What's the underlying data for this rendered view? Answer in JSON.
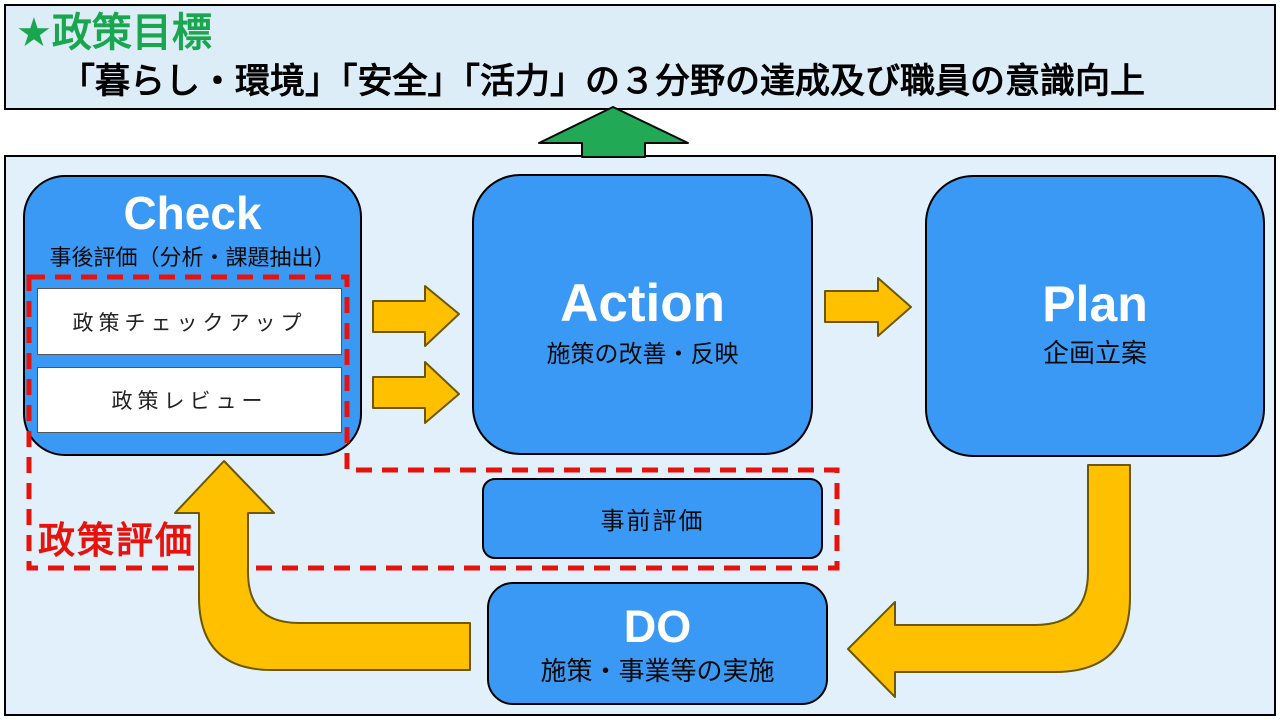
{
  "banner": {
    "title": "★政策目標",
    "subtitle": "「暮らし・環境」「安全」「活力」の３分野の達成及び職員の意識向上"
  },
  "cycle": {
    "check": {
      "title": "Check",
      "subtitle": "事後評価（分析・課題抽出）",
      "items": [
        "政策チェックアップ",
        "政策レビュー"
      ]
    },
    "action": {
      "title": "Action",
      "subtitle": "施策の改善・反映"
    },
    "plan": {
      "title": "Plan",
      "subtitle": "企画立案"
    },
    "do": {
      "title": "DO",
      "subtitle": "施策・事業等の実施"
    },
    "pre_eval": {
      "label": "事前評価"
    },
    "policy_eval": {
      "label": "政策評価"
    }
  },
  "icons": {
    "up_arrow_green": "arrow pointing up to policy goal",
    "right_arrows": "flow arrows between cycle steps"
  },
  "colors": {
    "box_blue": "#3b99f6",
    "bg_light": "#e1f0fb",
    "banner_bg": "#dcedf8",
    "arrow_yellow": "#ffc000",
    "arrow_yellow_edge": "#6b5800",
    "arrow_green": "#21a955",
    "dashed_red": "#e8120c",
    "title_green": "#19a64e"
  }
}
